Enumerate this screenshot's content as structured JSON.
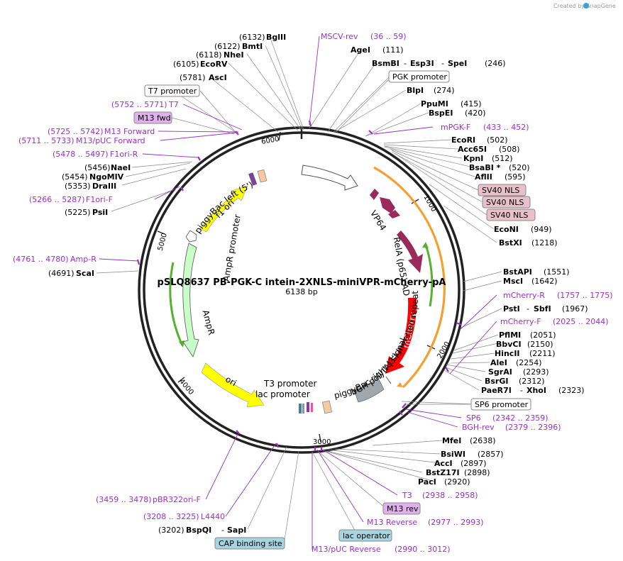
{
  "credit": "Created by SnapGene",
  "plasmid": {
    "name": "pSLQ8637 PB-PGK-C intein-2XNLS-miniVPR-mCherry-pA",
    "size_label": "6138 bp"
  },
  "ticks": [
    "1000",
    "2000",
    "3000",
    "4000",
    "5000",
    "6000"
  ],
  "sites": [
    {
      "pos": "(6132)",
      "name": "BglII"
    },
    {
      "pos": "(6122)",
      "name": "BmtI"
    },
    {
      "pos": "(6118)",
      "name": "NheI"
    },
    {
      "pos": "(6105)",
      "name": "EcoRV"
    },
    {
      "pos": "(5781)",
      "name": "AscI"
    },
    {
      "pos": "(5456)",
      "name": "NaeI"
    },
    {
      "pos": "(5454)",
      "name": "NgoMIV"
    },
    {
      "pos": "(5353)",
      "name": "DraIII"
    },
    {
      "pos": "(5225)",
      "name": "PsiI"
    },
    {
      "pos": "(4691)",
      "name": "ScaI"
    },
    {
      "pos": "(3202)",
      "name": "BspQI",
      "extra": "SapI"
    },
    {
      "name": "AgeI",
      "pos": "(111)"
    },
    {
      "name": "BsmBI",
      "extra": "Esp3I",
      "extra2": "SpeI",
      "pos": "(246)"
    },
    {
      "name": "BlpI",
      "pos": "(274)"
    },
    {
      "name": "PpuMI",
      "pos": "(415)"
    },
    {
      "name": "BspEI",
      "pos": "(420)"
    },
    {
      "name": "EcoRI",
      "pos": "(502)"
    },
    {
      "name": "Acc65I",
      "pos": "(508)"
    },
    {
      "name": "KpnI",
      "pos": "(512)"
    },
    {
      "name": "BsaBI *",
      "pos": "(520)"
    },
    {
      "name": "AflII",
      "pos": "(595)"
    },
    {
      "name": "EcoNI",
      "pos": "(949)"
    },
    {
      "name": "BstXI",
      "pos": "(1218)"
    },
    {
      "name": "BstAPI",
      "pos": "(1551)"
    },
    {
      "name": "MscI",
      "pos": "(1642)"
    },
    {
      "name": "PstI",
      "extra": "SbfI",
      "pos": "(1967)"
    },
    {
      "name": "PflMI",
      "pos": "(2051)"
    },
    {
      "name": "BbvCI",
      "pos": "(2150)"
    },
    {
      "name": "HincII",
      "pos": "(2211)"
    },
    {
      "name": "AleI",
      "pos": "(2254)"
    },
    {
      "name": "SgrAI",
      "pos": "(2293)"
    },
    {
      "name": "BsrGI",
      "pos": "(2312)"
    },
    {
      "name": "PaeR7I",
      "extra": "XhoI",
      "pos": "(2323)"
    },
    {
      "name": "MfeI",
      "pos": "(2638)"
    },
    {
      "name": "BsiWI",
      "pos": "(2857)"
    },
    {
      "name": "AccI",
      "pos": "(2897)"
    },
    {
      "name": "BstZ17I",
      "pos": "(2898)"
    },
    {
      "name": "PacI",
      "pos": "(2920)"
    }
  ],
  "primers": [
    {
      "name": "MSCV-rev",
      "range": "(36 .. 59)"
    },
    {
      "name": "mPGK-F",
      "range": "(433 .. 452)"
    },
    {
      "name": "mCherry-R",
      "range": "(1757 .. 1775)"
    },
    {
      "name": "mCherry-F",
      "range": "(2025 .. 2044)"
    },
    {
      "name": "SP6",
      "range": "(2342 .. 2359)"
    },
    {
      "name": "BGH-rev",
      "range": "(2379 .. 2396)"
    },
    {
      "name": "T3",
      "range": "(2938 .. 2958)"
    },
    {
      "name": "M13 Reverse",
      "range": "(2977 .. 2993)"
    },
    {
      "name": "M13/pUC Reverse",
      "range": "(2990 .. 3012)"
    },
    {
      "name": "L4440",
      "range": "(3208 .. 3225)"
    },
    {
      "name": "pBR322ori-F",
      "range": "(3459 .. 3478)"
    },
    {
      "name": "Amp-R",
      "range": "(4761 .. 4780)"
    },
    {
      "name": "F1ori-F",
      "range": "(5266 .. 5287)"
    },
    {
      "name": "F1ori-R",
      "range": "(5478 .. 5497)"
    },
    {
      "name": "M13/pUC Forward",
      "range": "(5711 .. 5733)"
    },
    {
      "name": "M13 Forward",
      "range": "(5725 .. 5742)"
    },
    {
      "name": "T7",
      "range": "(5752 .. 5771)"
    }
  ],
  "boxed_labels": [
    {
      "text": "PGK promoter",
      "style": "white"
    },
    {
      "text": "SV40 NLS",
      "style": "pink"
    },
    {
      "text": "SV40 NLS",
      "style": "pink"
    },
    {
      "text": "SV40 NLS",
      "style": "pink"
    },
    {
      "text": "SP6 promoter",
      "style": "white"
    },
    {
      "text": "M13 rev",
      "style": "violet"
    },
    {
      "text": "lac operator",
      "style": "teal"
    },
    {
      "text": "CAP binding site",
      "style": "teal"
    },
    {
      "text": "T7 promoter",
      "style": "white"
    },
    {
      "text": "M13 fwd",
      "style": "violet"
    }
  ],
  "features": [
    {
      "name": "piggyBac left (5') inverted repeat",
      "color": "#ffffff"
    },
    {
      "name": "VP64",
      "color": "#9a2a5a"
    },
    {
      "name": "RelA (p65) AD",
      "color": "#9a2a5a"
    },
    {
      "name": "mCherry",
      "color": "#ff0000"
    },
    {
      "name": "bGH poly(A) signal",
      "color": "#a0a8ae"
    },
    {
      "name": "piggyBac right (3') inverted repeat",
      "color": "#ffffff"
    },
    {
      "name": "T3 promoter",
      "color": "#ffffff"
    },
    {
      "name": "lac promoter",
      "color": "#ffffff"
    },
    {
      "name": "ori",
      "color": "#ffff00"
    },
    {
      "name": "AmpR",
      "color": "#c8ffc8"
    },
    {
      "name": "AmpR promoter",
      "color": "#ffffff"
    },
    {
      "name": "f1 ori",
      "color": "#ffff00"
    }
  ],
  "colors": {
    "primer": "#9b30c8",
    "orange_arc": "#f4a030",
    "green_arc": "#58b030",
    "backbone": "#222222"
  }
}
